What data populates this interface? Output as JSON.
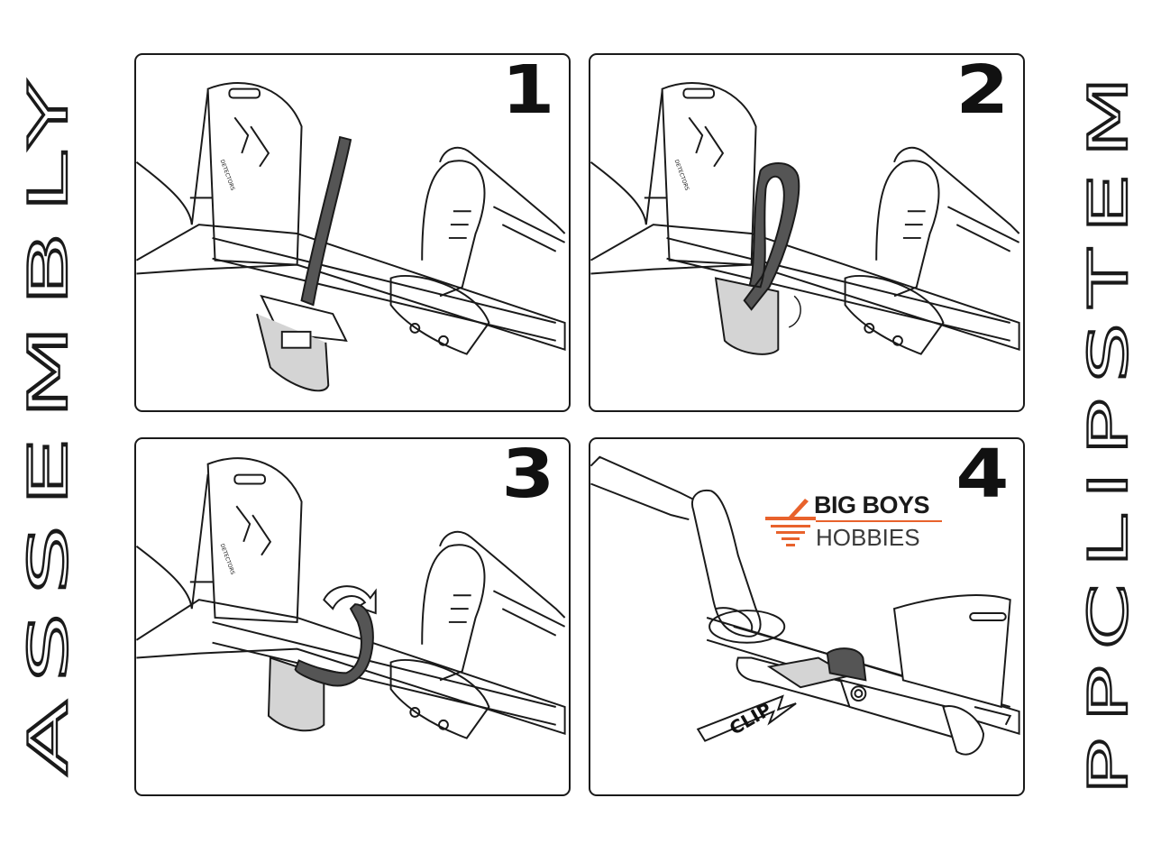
{
  "left_title": "ASSEMBLY",
  "right_title": "PPCLIPSTEM",
  "panels": [
    {
      "step": "1",
      "brand": "DETECTORS"
    },
    {
      "step": "2",
      "brand": "DETECTORS"
    },
    {
      "step": "3",
      "brand": "DETECTORS"
    },
    {
      "step": "4",
      "arrow_label": "CLIP"
    }
  ],
  "logo": {
    "line1": "BIG BOYS",
    "line2": "HOBBIES",
    "accent_color": "#e8622c"
  },
  "colors": {
    "outline": "#1a1a1a",
    "strap": "#555555",
    "clip_fill": "#d4d4d4"
  }
}
